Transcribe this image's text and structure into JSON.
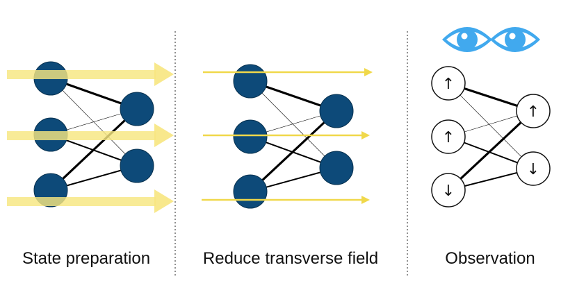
{
  "panels": [
    {
      "caption": "State preparation"
    },
    {
      "caption": "Reduce transverse field"
    },
    {
      "caption": "Observation"
    }
  ],
  "observation": {
    "spins_left": [
      "↑",
      "↑",
      "↓"
    ],
    "spins_right": [
      "↑",
      "↓"
    ]
  },
  "icons": [
    "eye-icon",
    "eye-icon"
  ],
  "colors": {
    "node_fill": "#0d4a79",
    "field_arrow": "#f7e680",
    "eye": "#41a9ee",
    "edge": "#000000",
    "divider": "#555555"
  }
}
